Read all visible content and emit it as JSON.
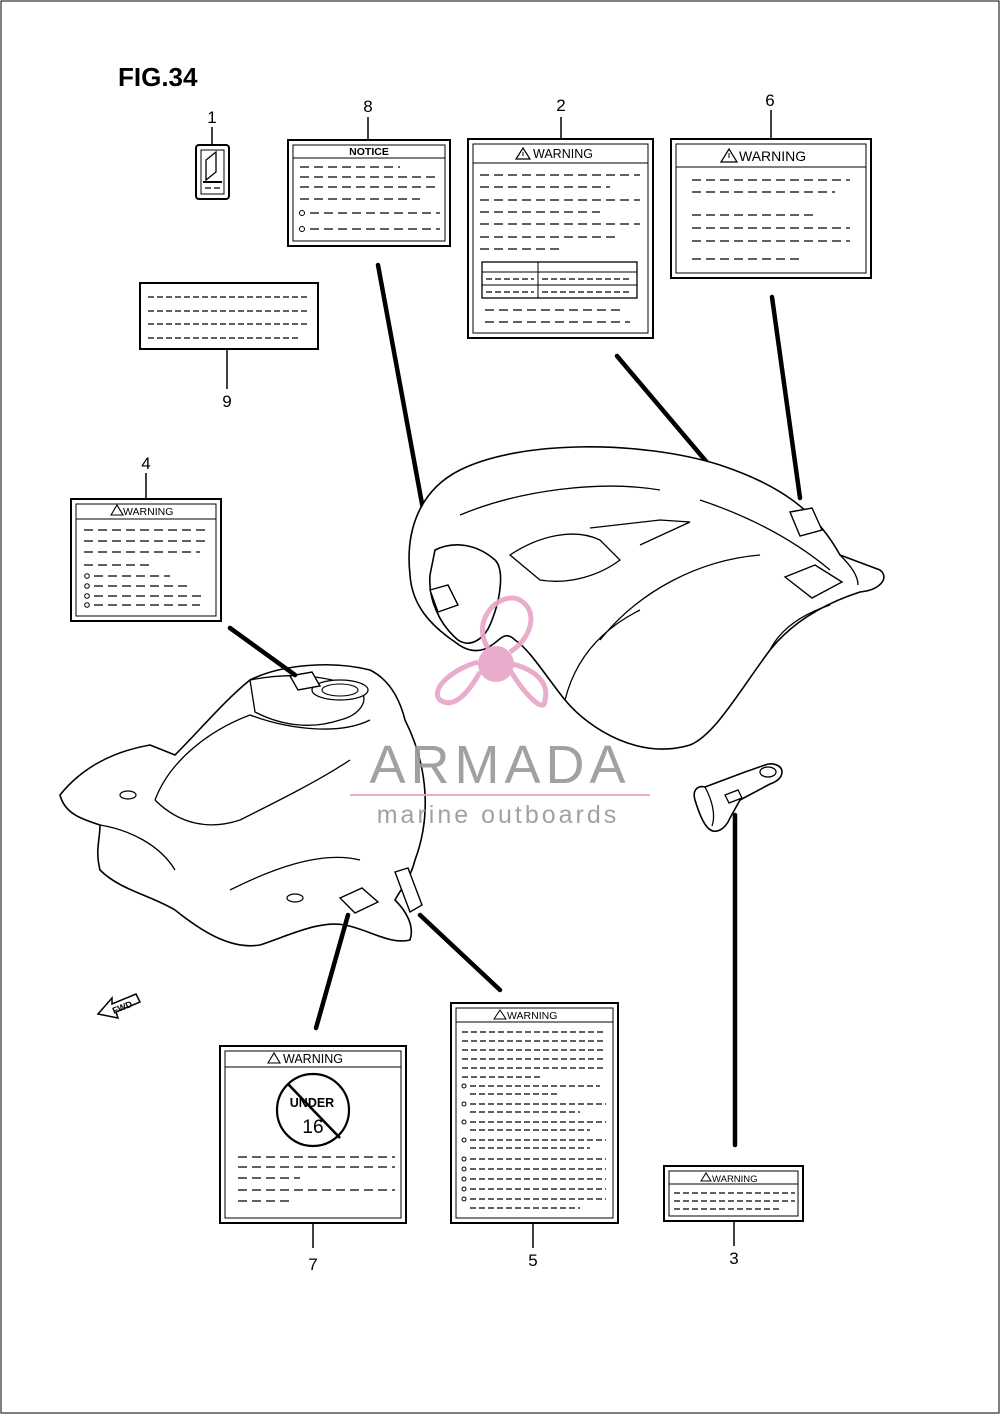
{
  "figure": {
    "title": "FIG.34"
  },
  "callouts": [
    {
      "number": "1"
    },
    {
      "number": "2"
    },
    {
      "number": "3"
    },
    {
      "number": "4"
    },
    {
      "number": "5"
    },
    {
      "number": "6"
    },
    {
      "number": "7"
    },
    {
      "number": "8"
    },
    {
      "number": "9"
    }
  ],
  "labels": {
    "notice": "NOTICE",
    "warning": "WARNING",
    "under": "UNDER",
    "age": "16",
    "fwd": "FWD"
  },
  "watermark": {
    "brand": "ARMADA",
    "tagline": "marine outboards",
    "color": "#e9a6c8"
  }
}
